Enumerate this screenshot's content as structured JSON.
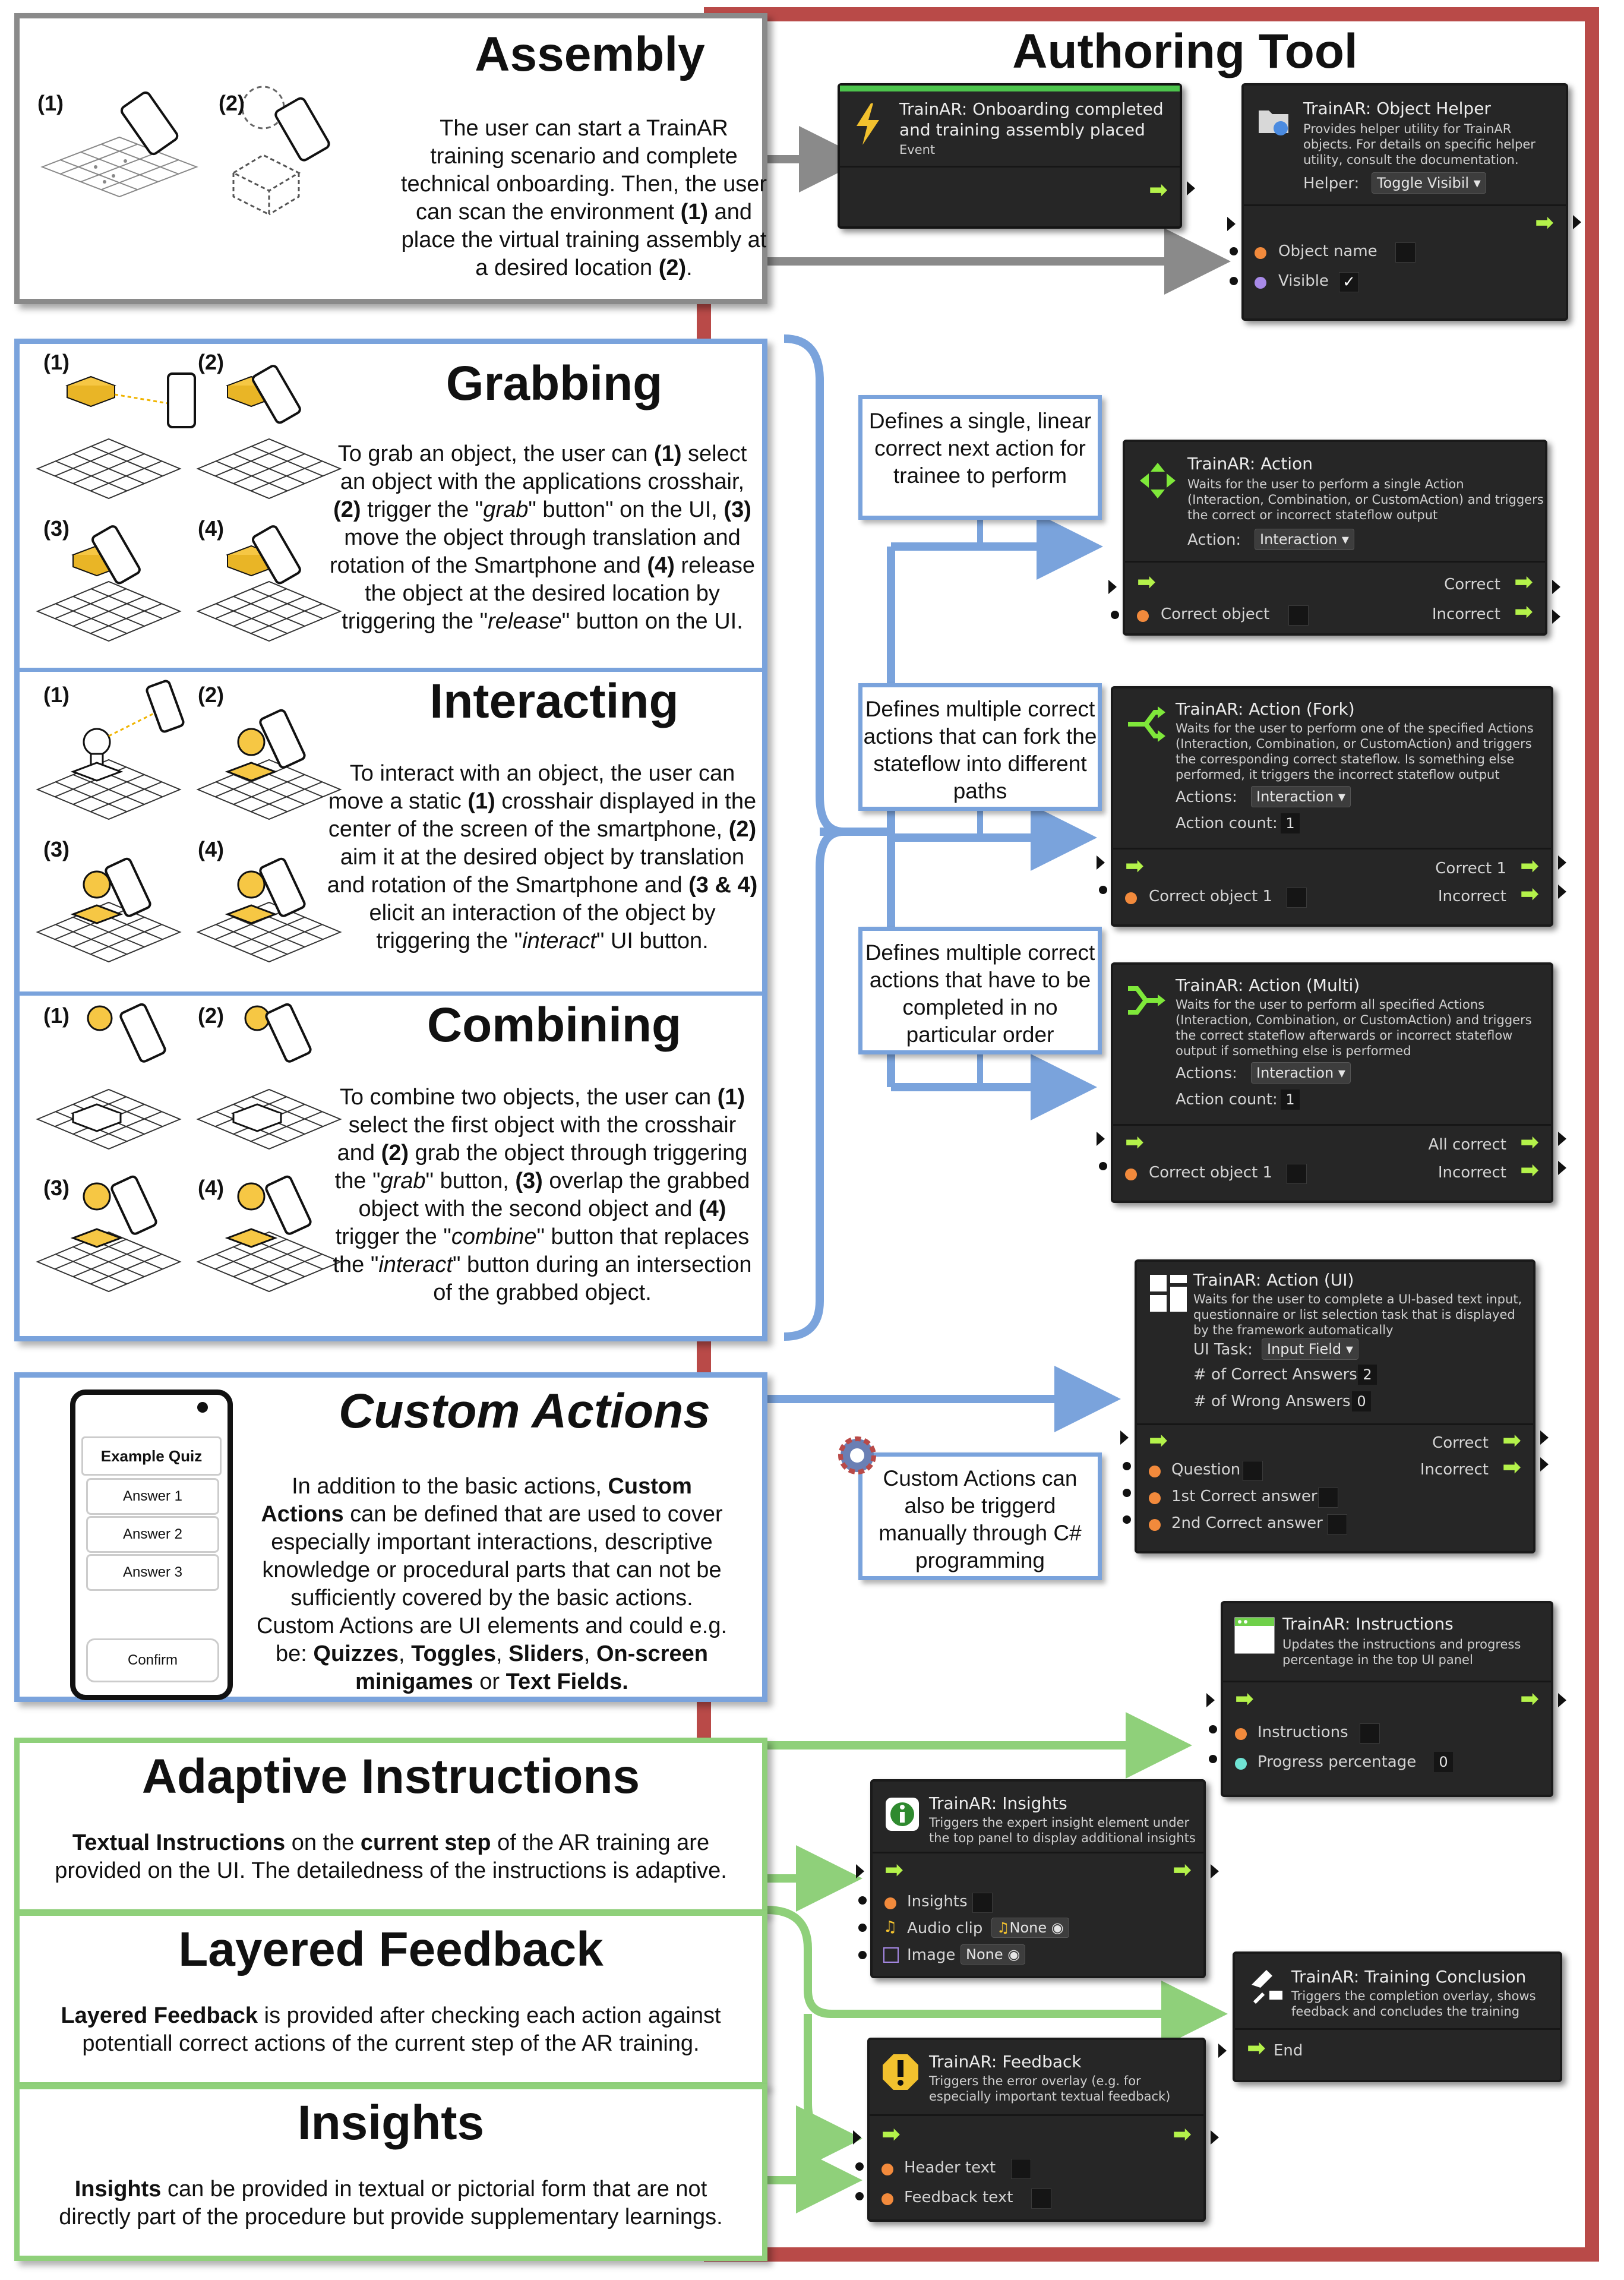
{
  "colors": {
    "gray": "#8a8a8a",
    "blue": "#7aa3dc",
    "green": "#8fd07a",
    "red": "#b94a48",
    "node_bg": "#262626",
    "port_green": "#b4f24a",
    "orange": "#f28a3c",
    "purple": "#a88ae8",
    "cyan": "#6fe3d3"
  },
  "authoring_title": "Authoring Tool",
  "marks": {
    "m1": "(1)",
    "m2": "(2)",
    "m3": "(3)",
    "m4": "(4)"
  },
  "assembly": {
    "title": "Assembly",
    "body_html": "The user can start a TrainAR training scenario and complete technical onboarding. Then, the user can scan the environment <b>(1)</b> and place the virtual training assembly at a desired location <b>(2)</b>."
  },
  "grabbing": {
    "title": "Grabbing",
    "body_html": "To grab an object, the user can <b>(1)</b> select an object with the applications crosshair, <b>(2)</b> trigger the \"<i>grab</i>\" button\" on the UI, <b>(3)</b> move the object through translation and rotation of the Smartphone and <b>(4)</b> release the object at the desired location by triggering the \"<i>release</i>\" button on the UI."
  },
  "interacting": {
    "title": "Interacting",
    "body_html": "To interact with an object, the user can move a static <b>(1)</b> crosshair displayed in the center of the screen of the smartphone, <b>(2)</b> aim it at the desired object by translation and rotation of the Smartphone and <b>(3 &amp; 4)</b> elicit an interaction of the object by triggering the \"<i>interact</i>\" UI button."
  },
  "combining": {
    "title": "Combining",
    "body_html": "To combine two objects, the user can <b>(1)</b> select the first object with the crosshair and <b>(2)</b> grab the object through triggering the \"<i>grab</i>\" button, <b>(3)</b> overlap the grabbed object with the second object and <b>(4)</b> trigger the \"<i>combine</i>\" button that replaces the \"<i>interact</i>\" button during an intersection of the grabbed object."
  },
  "custom_actions": {
    "title": "Custom Actions",
    "body_html": "In addition to the basic actions, <b>Custom Actions</b> can be defined that are used to cover especially important interactions, descriptive knowledge or procedural parts that can not be sufficiently covered by the basic actions. Custom Actions are UI elements and could e.g. be: <b>Quizzes</b>, <b>Toggles</b>, <b>Sliders</b>, <b>On-screen minigames</b> or <b>Text Fields.</b>",
    "phone": {
      "quiz_title": "Example Quiz",
      "answers": [
        "Answer 1",
        "Answer 2",
        "Answer 3"
      ],
      "confirm": "Confirm"
    }
  },
  "adaptive": {
    "title": "Adaptive Instructions",
    "body_html": "<b>Textual Instructions</b> on the <b>current step</b> of the AR training are provided on the UI. The detailedness of the instructions is adaptive."
  },
  "layered": {
    "title": "Layered Feedback",
    "body_html": "<b>Layered Feedback</b> is provided after checking each action against potentiall correct actions of the current step of the AR training."
  },
  "insights": {
    "title": "Insights",
    "body_html": "<b>Insights</b> can be provided in textual or pictorial form that are not directly part of the procedure but provide supplementary learnings."
  },
  "callouts": {
    "single": "Defines a single, linear correct next action for trainee to perform",
    "fork": "Defines multiple correct actions that can fork the stateflow into different paths",
    "multi": "Defines multiple correct actions that have to be completed in no particular order",
    "custom": "Custom Actions can also be triggerd manually through C# programming"
  },
  "nodes": {
    "onboarding": {
      "title": "TrainAR: Onboarding completed and training assembly placed",
      "sub": "Event"
    },
    "object_helper": {
      "title": "TrainAR: Object Helper",
      "desc": "Provides helper utility for TrainAR objects. For details on specific helper utility, consult the documentation.",
      "helper_label": "Helper:",
      "helper_value": "Toggle Visibil",
      "port1": "Object name",
      "port2": "Visible",
      "check": "✓"
    },
    "action": {
      "title": "TrainAR: Action",
      "desc": "Waits for the user to perform a single Action (Interaction, Combination, or CustomAction) and triggers the correct or incorrect stateflow output",
      "action_label": "Action:",
      "action_value": "Interaction",
      "out1": "Correct",
      "out2": "Incorrect",
      "port": "Correct object"
    },
    "fork": {
      "title": "TrainAR: Action (Fork)",
      "desc": "Waits for the user to perform one of the specified Actions (Interaction, Combination, or CustomAction) and triggers the corresponding correct stateflow. Is something else performed, it triggers the incorrect stateflow output",
      "action_label": "Actions:",
      "action_value": "Interaction",
      "count_label": "Action count:",
      "count": "1",
      "out1": "Correct 1",
      "out2": "Incorrect",
      "port": "Correct object 1"
    },
    "multi": {
      "title": "TrainAR: Action (Multi)",
      "desc": "Waits for the user to perform all specified Actions (Interaction, Combination, or CustomAction) and triggers the correct stateflow afterwards or incorrect stateflow output if something else is performed",
      "action_label": "Actions:",
      "action_value": "Interaction",
      "count_label": "Action count:",
      "count": "1",
      "out1": "All correct",
      "out2": "Incorrect",
      "port": "Correct object 1"
    },
    "ui": {
      "title": "TrainAR: Action (UI)",
      "desc": "Waits for the user to complete a UI-based text input, questionnaire or list selection task that is displayed by the framework automatically",
      "task_label": "UI Task:",
      "task_value": "Input Field",
      "correct_label": "# of Correct Answers:",
      "correct": "2",
      "wrong_label": "# of Wrong Answers:",
      "wrong": "0",
      "out1": "Correct",
      "out2": "Incorrect",
      "port1": "Question",
      "port2": "1st Correct answer",
      "port3": "2nd Correct answer"
    },
    "instructions": {
      "title": "TrainAR: Instructions",
      "desc": "Updates the instructions and progress percentage in the top UI panel",
      "port1": "Instructions",
      "port2": "Progress percentage",
      "progress": "0"
    },
    "insights": {
      "title": "TrainAR: Insights",
      "desc": "Triggers the expert insight element under the top panel to display additional insights",
      "port1": "Insights",
      "port2": "Audio clip",
      "port2_val": "None",
      "port3": "Image",
      "port3_val": "None"
    },
    "conclusion": {
      "title": "TrainAR: Training Conclusion",
      "desc": "Triggers the completion overlay, shows feedback and concludes the training",
      "end": "End"
    },
    "feedback": {
      "title": "TrainAR: Feedback",
      "desc": "Triggers the error overlay (e.g. for especially important textual feedback)",
      "port1": "Header text",
      "port2": "Feedback text"
    }
  },
  "glyphs": {
    "arrow": "➡",
    "dropdown": "▾",
    "music": "♫",
    "target": "◉"
  }
}
